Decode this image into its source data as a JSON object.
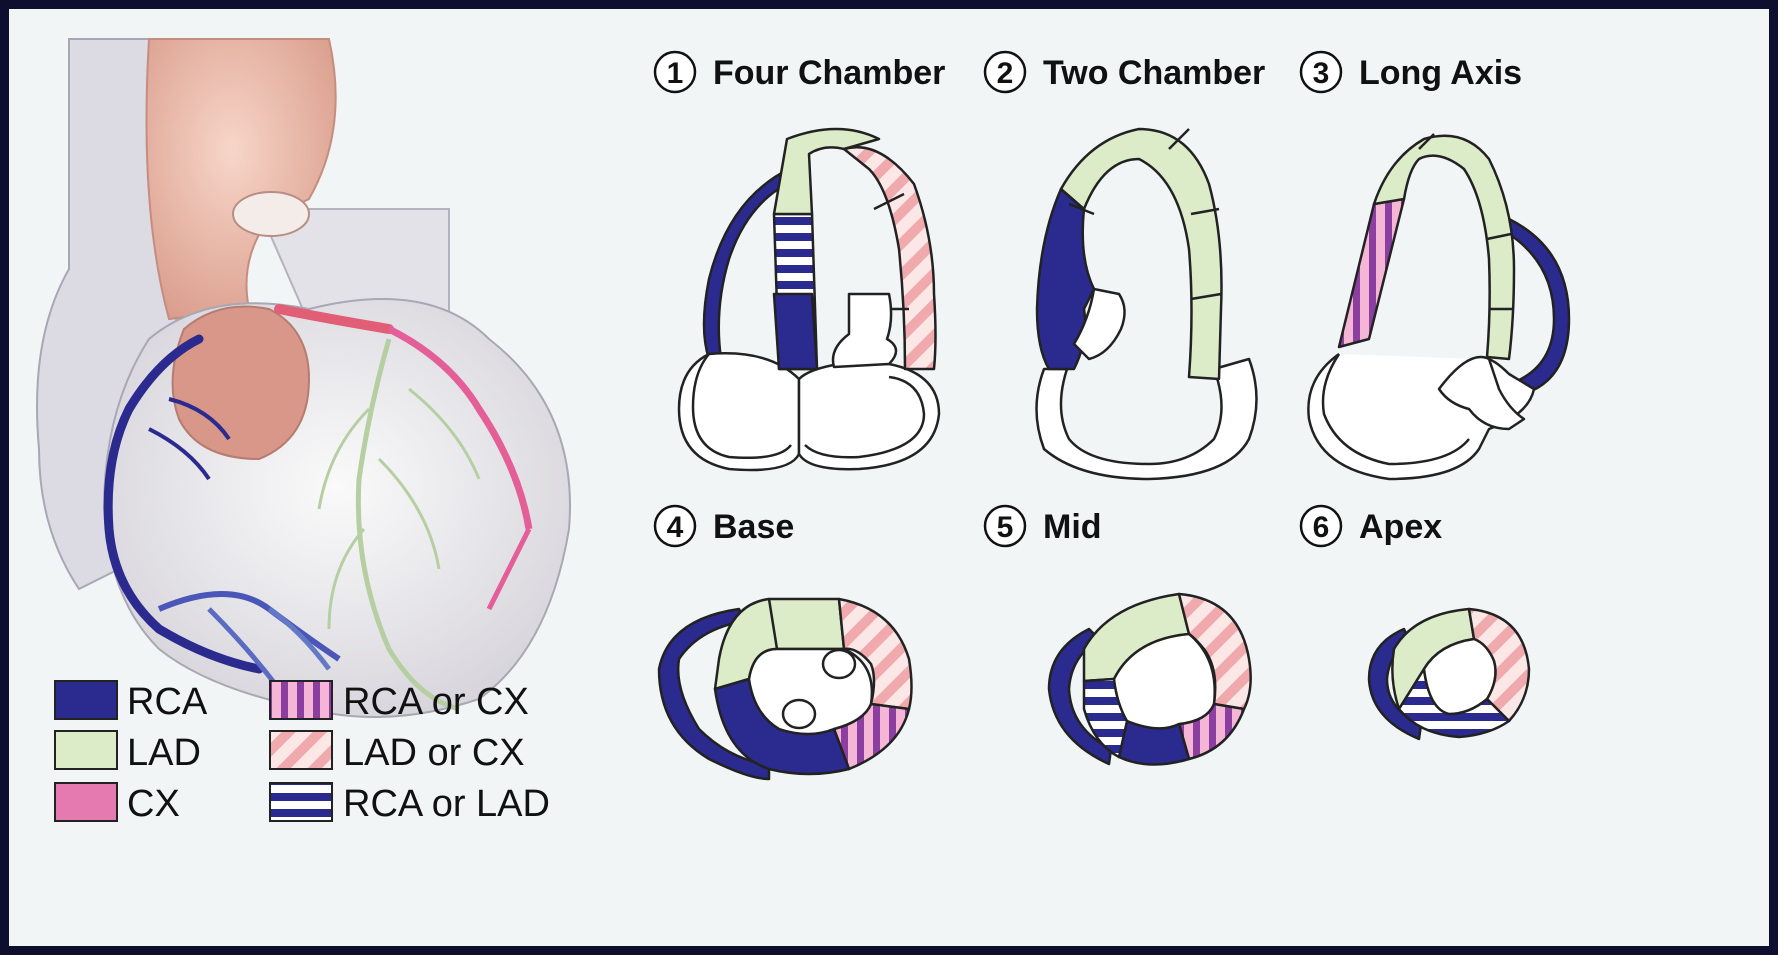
{
  "views": [
    {
      "num": "1",
      "label": "Four Chamber"
    },
    {
      "num": "2",
      "label": "Two Chamber"
    },
    {
      "num": "3",
      "label": "Long Axis"
    },
    {
      "num": "4",
      "label": "Base"
    },
    {
      "num": "5",
      "label": "Mid"
    },
    {
      "num": "6",
      "label": "Apex"
    }
  ],
  "legend": [
    {
      "label": "RCA",
      "pattern": "solid",
      "color": "#2b2a8e"
    },
    {
      "label": "LAD",
      "pattern": "solid",
      "color": "#dcebc8"
    },
    {
      "label": "CX",
      "pattern": "solid",
      "color": "#e57ab1"
    },
    {
      "label": "RCA or CX",
      "pattern": "vertical-stripes",
      "color": "#b04aa8"
    },
    {
      "label": "LAD or CX",
      "pattern": "diagonal-stripes",
      "color": "#f0b3b8"
    },
    {
      "label": "RCA or LAD",
      "pattern": "horizontal-stripes",
      "color": "#2b2a8e"
    }
  ],
  "colors": {
    "rca": "#2b2a8e",
    "lad": "#dcebc8",
    "cx": "#e57ab1",
    "frame": "#0e0f2e",
    "background": "#f1f5f6"
  },
  "icons": [
    "heart-illustration",
    "coronary-artery-icon"
  ]
}
